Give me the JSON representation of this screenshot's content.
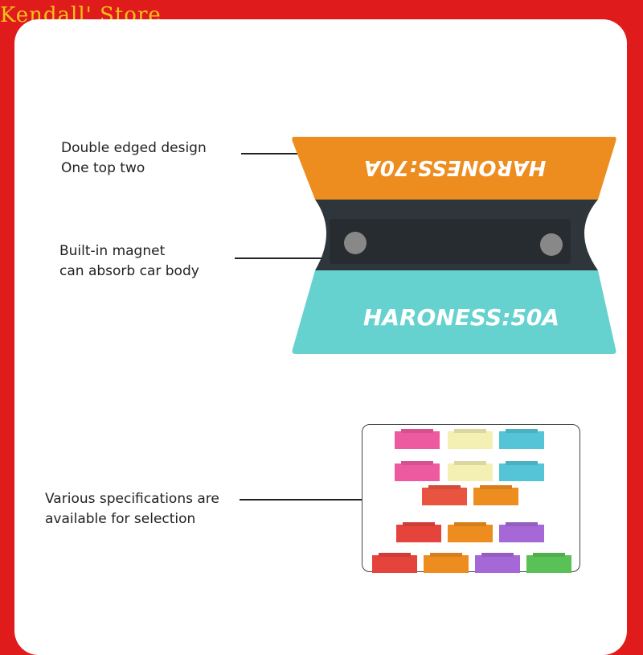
{
  "watermark": "Kendall' Store",
  "labels": {
    "double_edged": {
      "line1": "Double edged design",
      "line2": "One top two"
    },
    "magnet": {
      "line1": "Built-in magnet",
      "line2": "can absorb car body"
    },
    "specs": {
      "line1": "Various specifications are",
      "line2": "available for selection"
    }
  },
  "product": {
    "top_text": "HARONESS:70A",
    "bottom_text": "HARONESS:50A",
    "top_color": "#ee8d1f",
    "bottom_color": "#66d2d0",
    "middle_color": "#2f363b"
  },
  "variants": [
    {
      "color": "#ee5aa0"
    },
    {
      "color": "#f4efb2"
    },
    {
      "color": "#54c4d6"
    },
    {
      "color": "#ee5aa0"
    },
    {
      "color": "#f4efb2"
    },
    {
      "color": "#54c4d6"
    },
    {
      "color": "#e8543f"
    },
    {
      "color": "#ee8d1f"
    },
    {
      "color": "#e5443c"
    },
    {
      "color": "#ee8d1f"
    },
    {
      "color": "#a568d6"
    },
    {
      "color": "#e5443c"
    },
    {
      "color": "#ee8d1f"
    },
    {
      "color": "#a568d6"
    },
    {
      "color": "#59c155"
    }
  ]
}
